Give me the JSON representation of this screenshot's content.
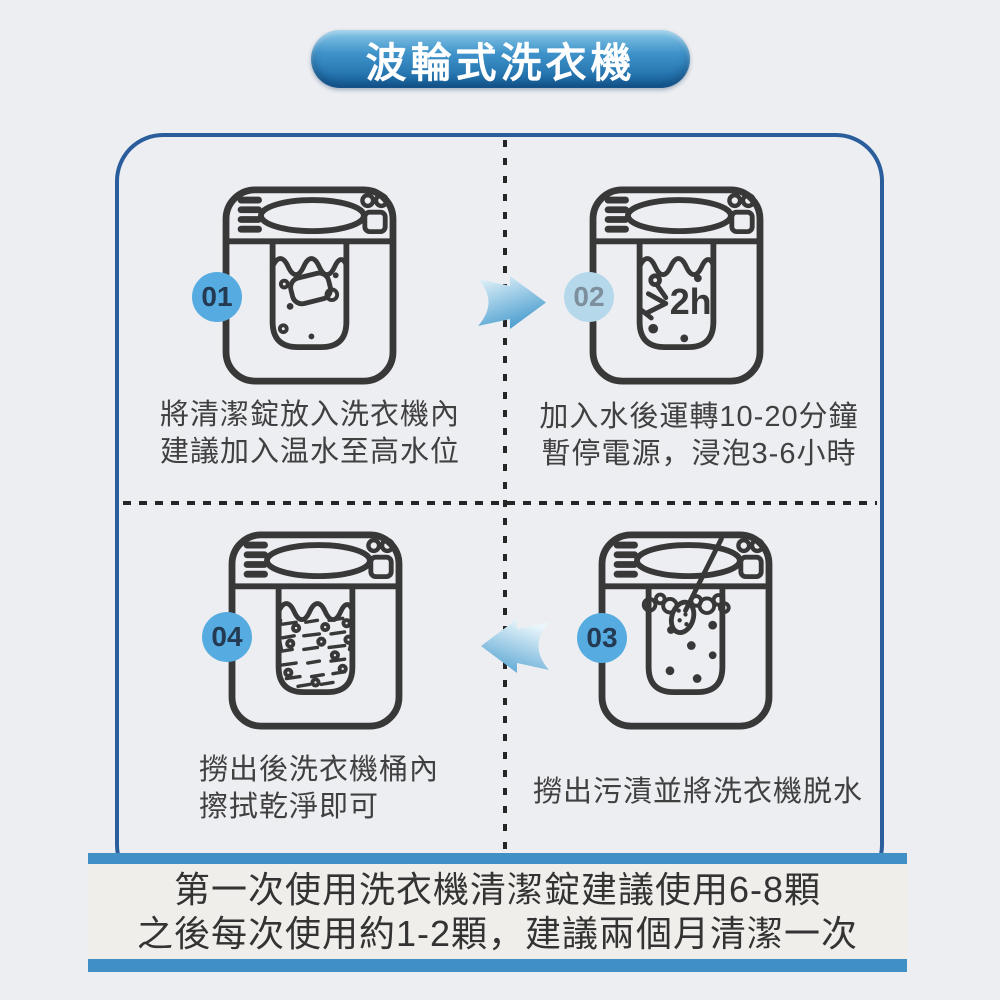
{
  "title": {
    "label": "波輪式洗衣機"
  },
  "steps": [
    {
      "number": "01",
      "lines": [
        "將清潔錠放入洗衣機內",
        "建議加入温水至高水位"
      ]
    },
    {
      "number": "02",
      "lines": [
        "加入水後運轉10-20分鐘",
        "暫停電源，浸泡3-6小時"
      ],
      "timer_label": "2h"
    },
    {
      "number": "03",
      "lines": [
        "撈出污漬並將洗衣機脱水"
      ]
    },
    {
      "number": "04",
      "lines": [
        "撈出後洗衣機桶內",
        "擦拭乾淨即可"
      ]
    }
  ],
  "footer": {
    "lines": [
      "第一次使用洗衣機清潔錠建議使用6-8顆",
      "之後每次使用約1-2顆，建議兩個月清潔一次"
    ]
  },
  "colors": {
    "page_background": "#edeef2",
    "title_gradient_top": "#8ac8e8",
    "title_gradient_bottom": "#17639f",
    "frame_border": "#2a5d9b",
    "badge_blue": "#56ace0",
    "badge_faded_blue": "#b5d8eb",
    "outline_gray": "#383838",
    "arrow_light": "#e9f5fb",
    "arrow_dark": "#4d9fd0",
    "banner_strip_blue": "#4090c6",
    "banner_background": "#efeeea"
  }
}
